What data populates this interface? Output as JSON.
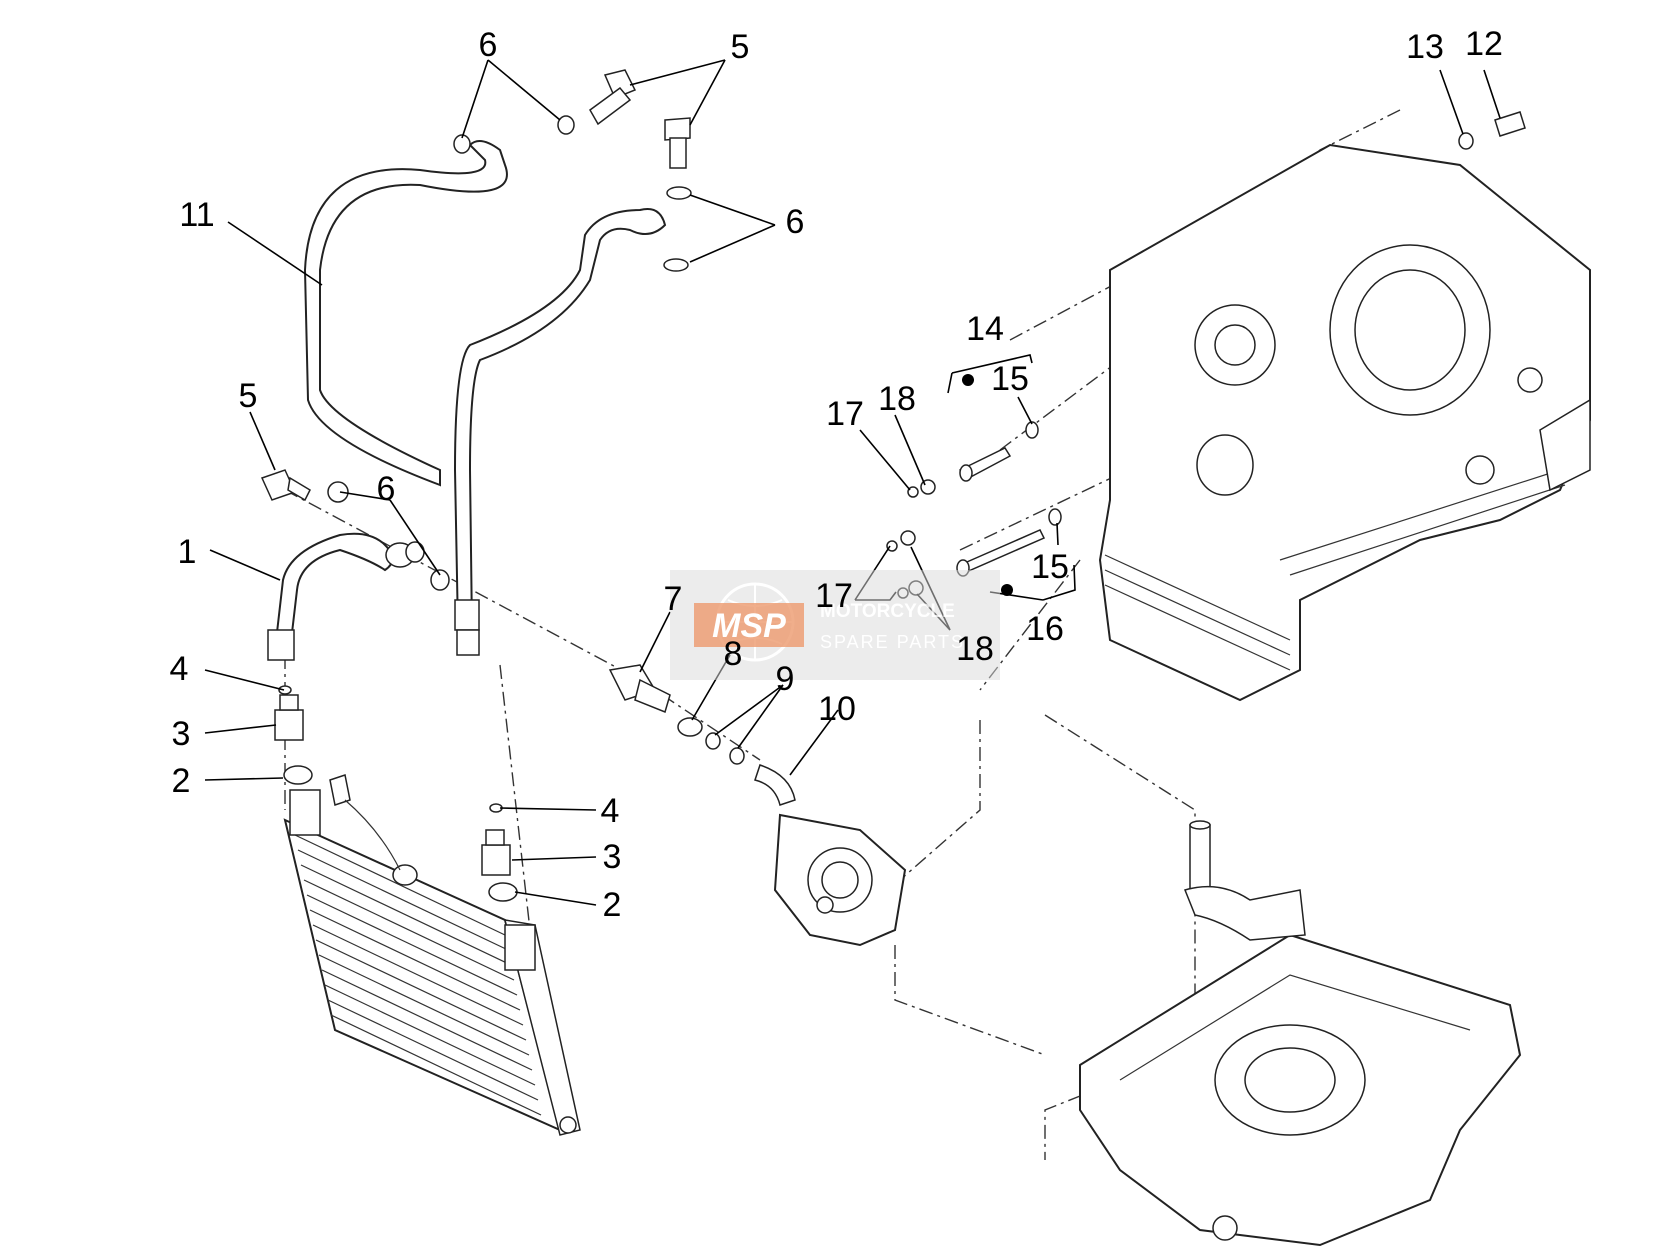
{
  "diagram": {
    "labels": [
      {
        "id": "l6a",
        "text": "6"
      },
      {
        "id": "l5a",
        "text": "5"
      },
      {
        "id": "l13",
        "text": "13"
      },
      {
        "id": "l12",
        "text": "12"
      },
      {
        "id": "l11",
        "text": "11"
      },
      {
        "id": "l6b",
        "text": "6"
      },
      {
        "id": "l14",
        "text": "14"
      },
      {
        "id": "l15a",
        "text": "15"
      },
      {
        "id": "l5b",
        "text": "5"
      },
      {
        "id": "l18a",
        "text": "18"
      },
      {
        "id": "l17a",
        "text": "17"
      },
      {
        "id": "l6c",
        "text": "6"
      },
      {
        "id": "l1",
        "text": "1"
      },
      {
        "id": "l15b",
        "text": "15"
      },
      {
        "id": "l7",
        "text": "7"
      },
      {
        "id": "l17b",
        "text": "17"
      },
      {
        "id": "l16",
        "text": "16"
      },
      {
        "id": "l18b",
        "text": "18"
      },
      {
        "id": "l8",
        "text": "8"
      },
      {
        "id": "l4a",
        "text": "4"
      },
      {
        "id": "l9",
        "text": "9"
      },
      {
        "id": "l10",
        "text": "10"
      },
      {
        "id": "l3a",
        "text": "3"
      },
      {
        "id": "l2a",
        "text": "2"
      },
      {
        "id": "l4b",
        "text": "4"
      },
      {
        "id": "l3b",
        "text": "3"
      },
      {
        "id": "l2b",
        "text": "2"
      }
    ]
  },
  "watermark": {
    "logo": "MSP",
    "line1": "MOTORCYCLE",
    "line2": "SPARE PARTS",
    "accent_color": "#e8804a",
    "panel_color": "#d9d9d9"
  }
}
